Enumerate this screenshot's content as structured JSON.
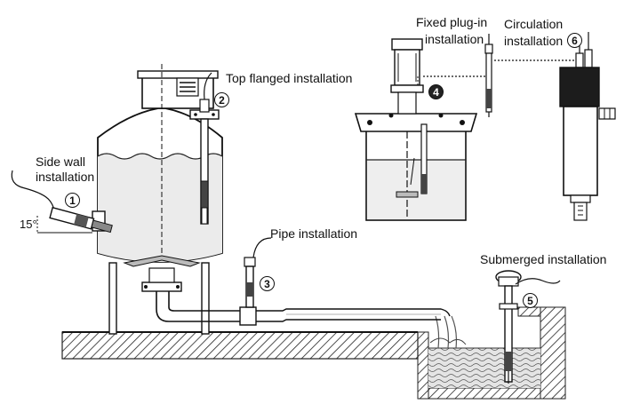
{
  "labels": {
    "side_wall_line1": "Side wall",
    "side_wall_line2": "installation",
    "angle": "15°",
    "top_flanged": "Top flanged installation",
    "pipe": "Pipe installation",
    "fixed_plugin_line1": "Fixed plug-in",
    "fixed_plugin_line2": "installation",
    "circulation_line1": "Circulation",
    "circulation_line2": "installation",
    "submerged": "Submerged installation"
  },
  "markers": {
    "m1": "1",
    "m2": "2",
    "m3": "3",
    "m4": "4",
    "m5": "5",
    "m6": "6"
  },
  "colors": {
    "ink": "#111111",
    "liquid": "#e8e8e8",
    "dark_housing": "#1c1c1c"
  }
}
